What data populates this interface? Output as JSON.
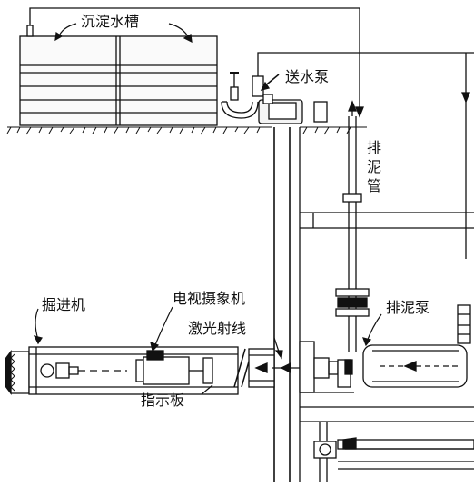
{
  "diagram": {
    "labels": {
      "sedimentation_tank": "沉淀水槽",
      "water_pump": "送水泵",
      "mud_pipe": "排泥管",
      "tunneling_machine": "掘进机",
      "tv_camera": "电视摄象机",
      "laser_beam": "激光射线",
      "indicator_board": "指示板",
      "mud_pump": "排泥泵"
    },
    "colors": {
      "line": "#111111",
      "background": "#ffffff",
      "fill_light": "#f4f4f4"
    }
  }
}
